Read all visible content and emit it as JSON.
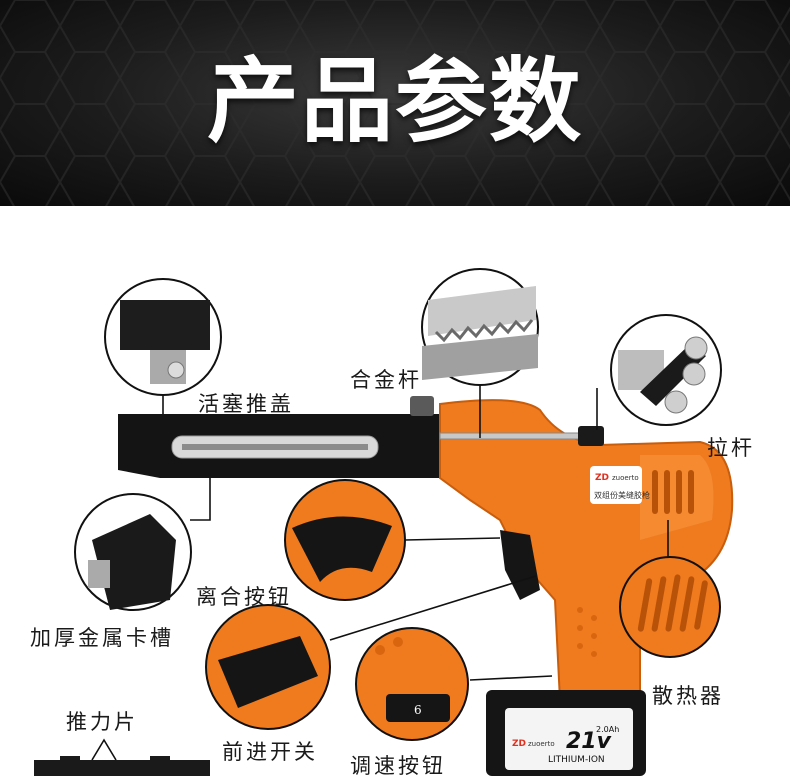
{
  "banner": {
    "title": "产品参数"
  },
  "labels": {
    "piston_cover": "活塞推盖",
    "alloy_rod": "合金杆",
    "pull_rod": "拉杆",
    "clutch_button": "离合按钮",
    "metal_slot": "加厚金属卡槽",
    "heat_sink": "散热器",
    "thrust_plate": "推力片",
    "forward_switch": "前进开关",
    "speed_knob": "调速按钮"
  },
  "product": {
    "brand_mark": "ZD",
    "brand_name": "zuoerto",
    "model_caption": "双组份美缝胶枪",
    "speed_dial": "6",
    "battery_voltage": "21v",
    "battery_capacity": "2.0Ah",
    "battery_type": "LITHIUM-ION"
  },
  "colors": {
    "orange": "#f07a1e",
    "black": "#151515",
    "banner_bg": "#1c1c1c"
  }
}
